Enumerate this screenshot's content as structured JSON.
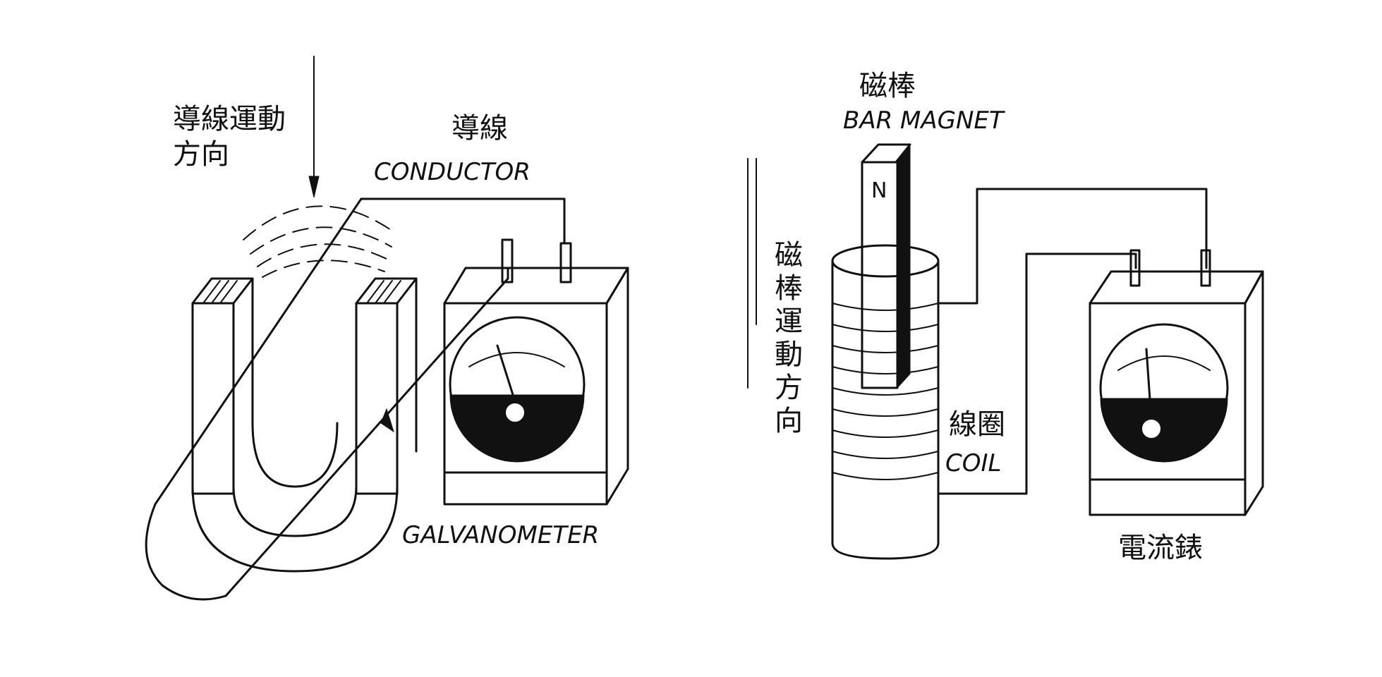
{
  "left": {
    "motion_direction_line1": "導線運動",
    "motion_direction_line2": "方向",
    "conductor_cn": "導線",
    "conductor_en": "CONDUCTOR",
    "meter_en": "GALVANOMETER"
  },
  "right": {
    "magnet_cn": "磁棒",
    "magnet_en": "BAR MAGNET",
    "pole": "N",
    "motion_chars": [
      "磁",
      "棒",
      "運",
      "動",
      "方",
      "向"
    ],
    "coil_cn": "線圈",
    "coil_en": "COIL",
    "meter_cn": "電流錶"
  }
}
